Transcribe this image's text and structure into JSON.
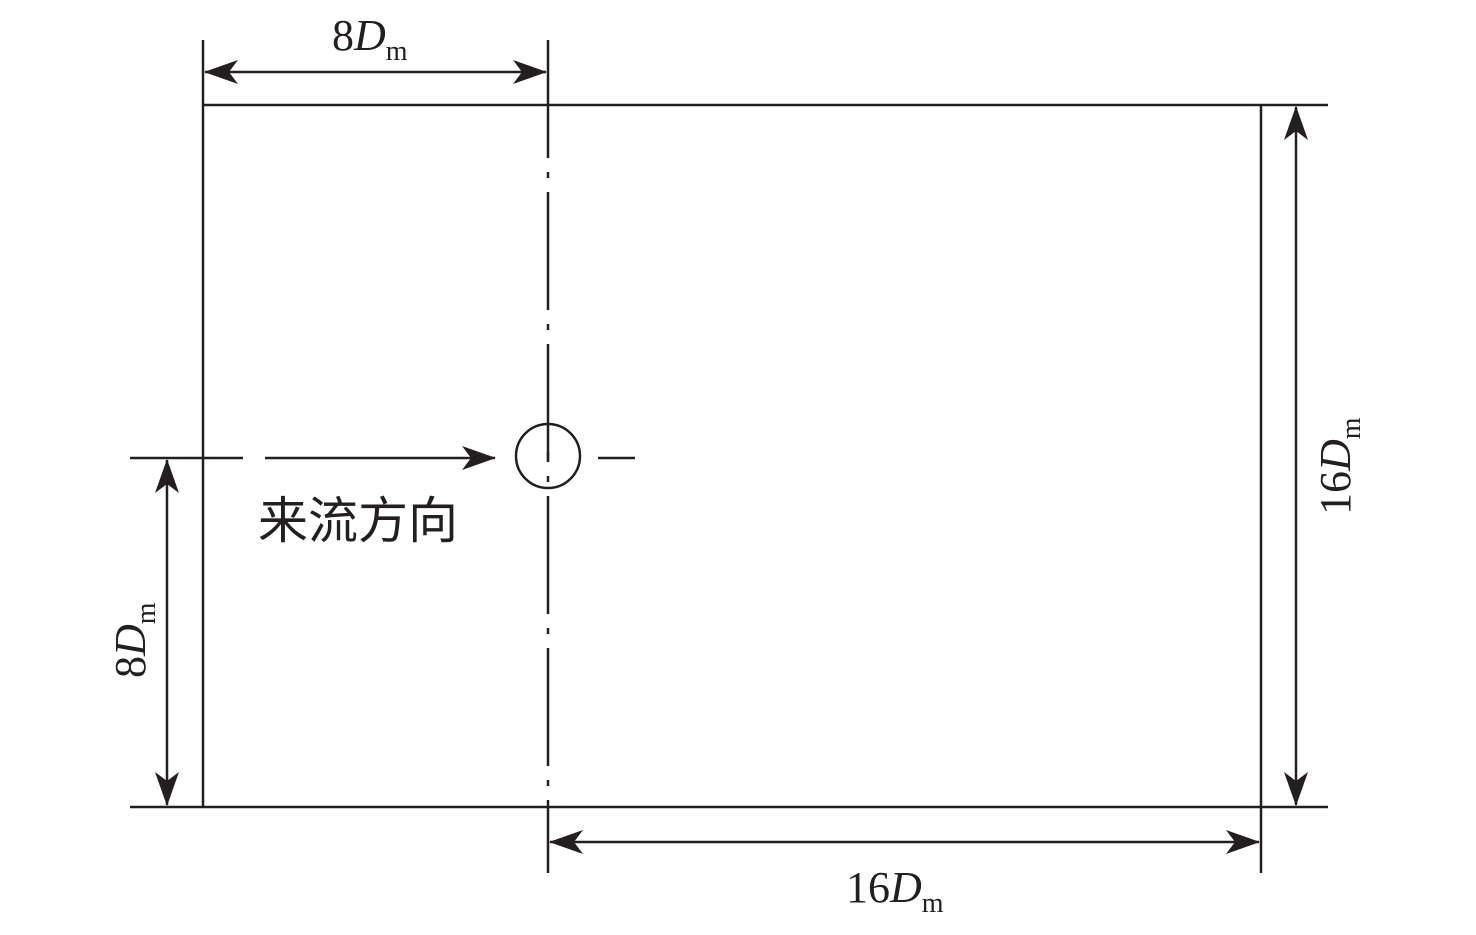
{
  "colors": {
    "stroke": "#231f20",
    "background": "#ffffff"
  },
  "dimensions": {
    "top_width": {
      "coef": "8",
      "symbol": "D",
      "sub": "m"
    },
    "bottom_width": {
      "coef": "16",
      "symbol": "D",
      "sub": "m"
    },
    "right_height": {
      "coef": "16",
      "symbol": "D",
      "sub": "m"
    },
    "left_height": {
      "coef": "8",
      "symbol": "D",
      "sub": "m"
    }
  },
  "flow_label": "来流方向"
}
